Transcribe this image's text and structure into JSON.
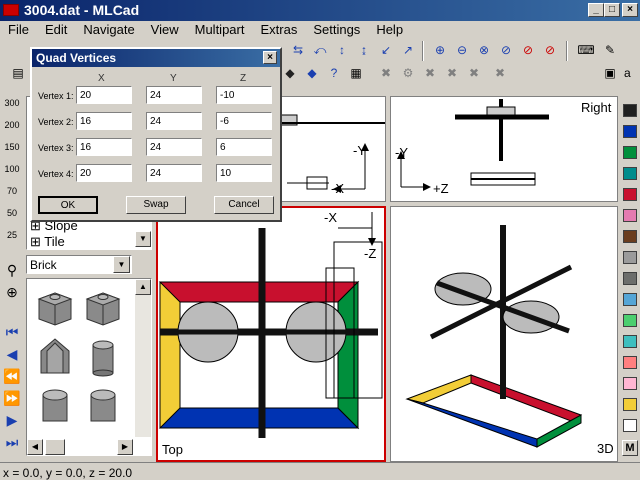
{
  "window": {
    "title": "3004.dat - MLCad"
  },
  "menu": [
    "File",
    "Edit",
    "Navigate",
    "View",
    "Multipart",
    "Extras",
    "Settings",
    "Help"
  ],
  "toolbar2": {
    "a_label": "a"
  },
  "parts_tree": {
    "items": [
      "Slope",
      "Tile"
    ]
  },
  "category_select": {
    "value": "Brick"
  },
  "zoom_levels": [
    "300",
    "200",
    "150",
    "100",
    "70",
    "50",
    "25"
  ],
  "views": {
    "top_left_label": "",
    "top_right_label": "Right",
    "bottom_left_label": "Top",
    "bottom_right_label": "3D",
    "axes": {
      "front_y": "-Y",
      "front_x": "-X",
      "right_y": "-Y",
      "right_z": "+Z",
      "top_x": "-X",
      "top_z": "-Z"
    }
  },
  "palette": {
    "colors": [
      "#202020",
      "#0033b2",
      "#008f3c",
      "#008c8c",
      "#c8102e",
      "#e47ab0",
      "#6a3d1e",
      "#9b9b9b",
      "#6d6e6c",
      "#55a5d6",
      "#4bcf6f",
      "#3fbfbf",
      "#ff7f7f",
      "#ffb6d2",
      "#f2cd37",
      "#ffffff"
    ],
    "bottom_label": "M"
  },
  "dialog": {
    "title": "Quad Vertices",
    "columns": [
      "X",
      "Y",
      "Z"
    ],
    "rows": [
      {
        "label": "Vertex 1:",
        "x": "20",
        "y": "24",
        "z": "-10"
      },
      {
        "label": "Vertex 2:",
        "x": "16",
        "y": "24",
        "z": "-6"
      },
      {
        "label": "Vertex 3:",
        "x": "16",
        "y": "24",
        "z": "6"
      },
      {
        "label": "Vertex 4:",
        "x": "20",
        "y": "24",
        "z": "10"
      }
    ],
    "ok_label": "OK",
    "swap_label": "Swap",
    "cancel_label": "Cancel"
  },
  "status": {
    "text": "x = 0.0, y = 0.0, z = 20.0"
  }
}
